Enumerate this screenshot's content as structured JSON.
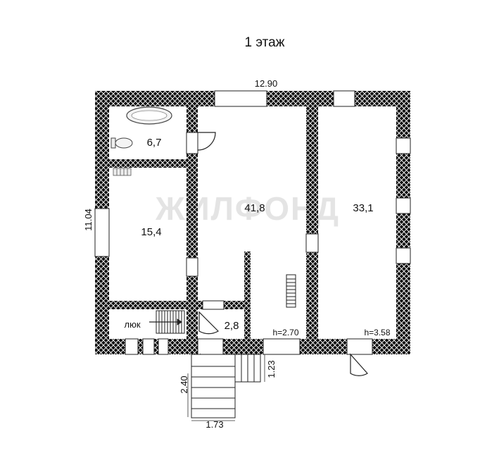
{
  "floor_title": "1 этаж",
  "dimensions": {
    "top_width": "12.90",
    "left_height": "11.04",
    "porch_height": "2.40",
    "porch_width": "1.73",
    "step_depth": "1.23"
  },
  "rooms": {
    "wc_area": "6,7",
    "bedroom_area": "15,4",
    "hall_area": "41,8",
    "big_room_area": "33,1",
    "vestibule_area": "2,8"
  },
  "labels": {
    "hatch": "люк",
    "ceiling_hall": "h=2.70",
    "ceiling_big": "h=3.58"
  },
  "watermark": "ЖИЛФОНД",
  "colors": {
    "wall": "#111111",
    "line": "#222222",
    "watermark": "#cfcfcf"
  }
}
